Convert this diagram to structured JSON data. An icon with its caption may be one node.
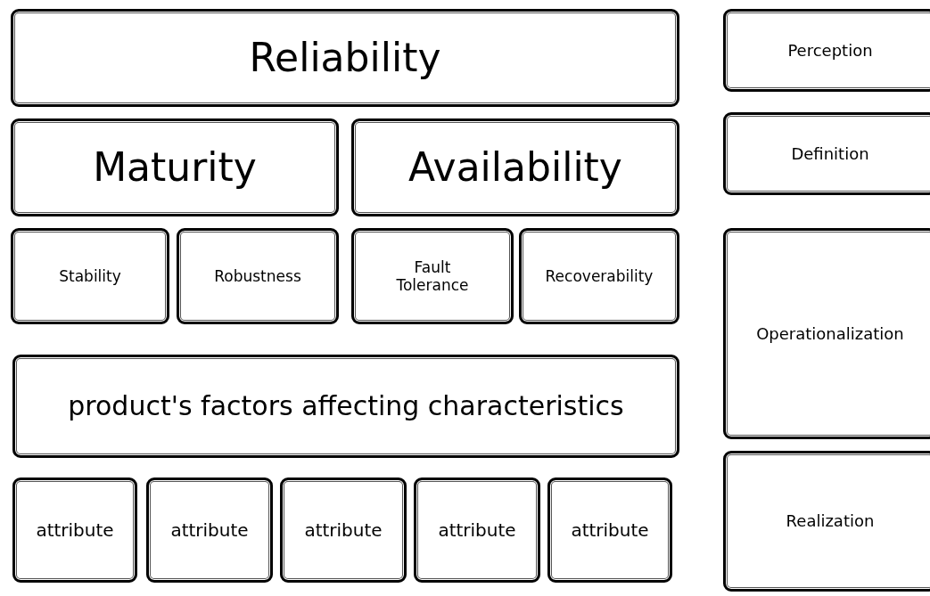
{
  "diagram": {
    "nodes": [
      {
        "text": [
          "Reliability"
        ]
      },
      {
        "text": [
          "Maturity"
        ]
      },
      {
        "text": [
          "Availability"
        ]
      },
      {
        "text": [
          "Stability"
        ]
      },
      {
        "text": [
          "Robustness"
        ]
      },
      {
        "text": [
          "Fault Tolerance"
        ]
      },
      {
        "text": [
          "Recoverability"
        ]
      },
      {
        "text": [
          "product's factors affecting characteristics"
        ]
      },
      {
        "text": [
          "attribute"
        ]
      },
      {
        "text": [
          "attribute"
        ]
      },
      {
        "text": [
          "attribute"
        ]
      },
      {
        "text": [
          "attribute"
        ]
      },
      {
        "text": [
          "attribute"
        ]
      },
      {
        "text": [
          "Perception"
        ]
      },
      {
        "text": [
          "Definition"
        ]
      },
      {
        "text": [
          "Operationalization"
        ]
      },
      {
        "text": [
          "Realization"
        ]
      }
    ]
  }
}
